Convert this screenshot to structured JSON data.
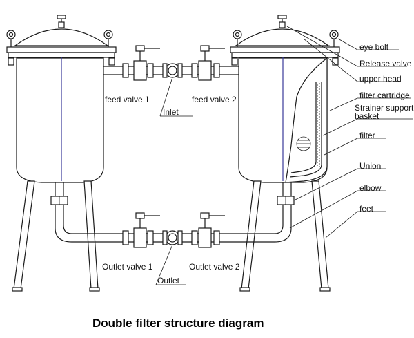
{
  "title": "Double filter structure diagram",
  "labels": {
    "eye_bolt": "eye bolt",
    "release_valve": "Release valve",
    "upper_head": "upper head",
    "filter_cartridge": "filter cartridge",
    "strainer_support_basket_line1": "Strainer support",
    "strainer_support_basket_line2": "basket",
    "filter": "filter",
    "union": "Union",
    "elbow": "elbow",
    "feet": "feet",
    "feed_valve_1": "feed valve 1",
    "feed_valve_2": "feed valve 2",
    "inlet": "Inlet",
    "outlet_valve_1": "Outlet valve 1",
    "outlet_valve_2": "Outlet valve 2",
    "outlet": "Outlet"
  }
}
